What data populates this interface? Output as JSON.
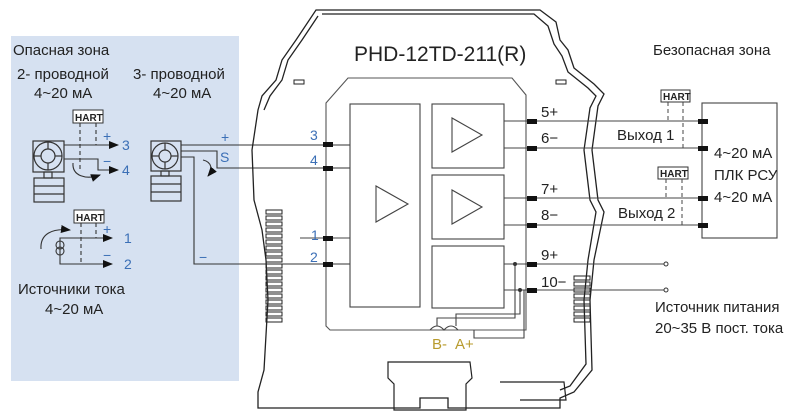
{
  "title": "PHD-12TD-211(R)",
  "hazardous_zone": {
    "label": "Опасная зона",
    "two_wire": {
      "label": "2- проводной",
      "range": "4~20 мА"
    },
    "three_wire": {
      "label": "3- проводной",
      "range": "4~20 мА"
    },
    "current_source": {
      "label": "Источники тока",
      "range": "4~20 мА"
    },
    "hart_label": "HART",
    "plus": "+",
    "minus": "−",
    "s_label": "S",
    "arrow_targets": [
      "3",
      "4",
      "1",
      "2"
    ]
  },
  "safe_zone": {
    "label": "Безопасная зона",
    "output1": "Выход 1",
    "output2": "Выход 2",
    "hart_label": "HART",
    "plc": {
      "range_top": "4~20 мА",
      "name": "ПЛК РСУ",
      "range_bottom": "4~20 мА"
    },
    "power": {
      "label": "Источник питания",
      "spec": "20~35 В пост. тока"
    }
  },
  "input_terminals": [
    "3",
    "4",
    "1",
    "2"
  ],
  "output_terminals": [
    "5+",
    "6−",
    "7+",
    "8−",
    "9+",
    "10−"
  ],
  "bus_terminals": {
    "b": "B-",
    "a": "A+"
  },
  "colors": {
    "hazard_bg": "#d6e1f1",
    "terminal_blue": "#3b6fb6",
    "bus_gold": "#b89b2e",
    "line": "#555555"
  }
}
